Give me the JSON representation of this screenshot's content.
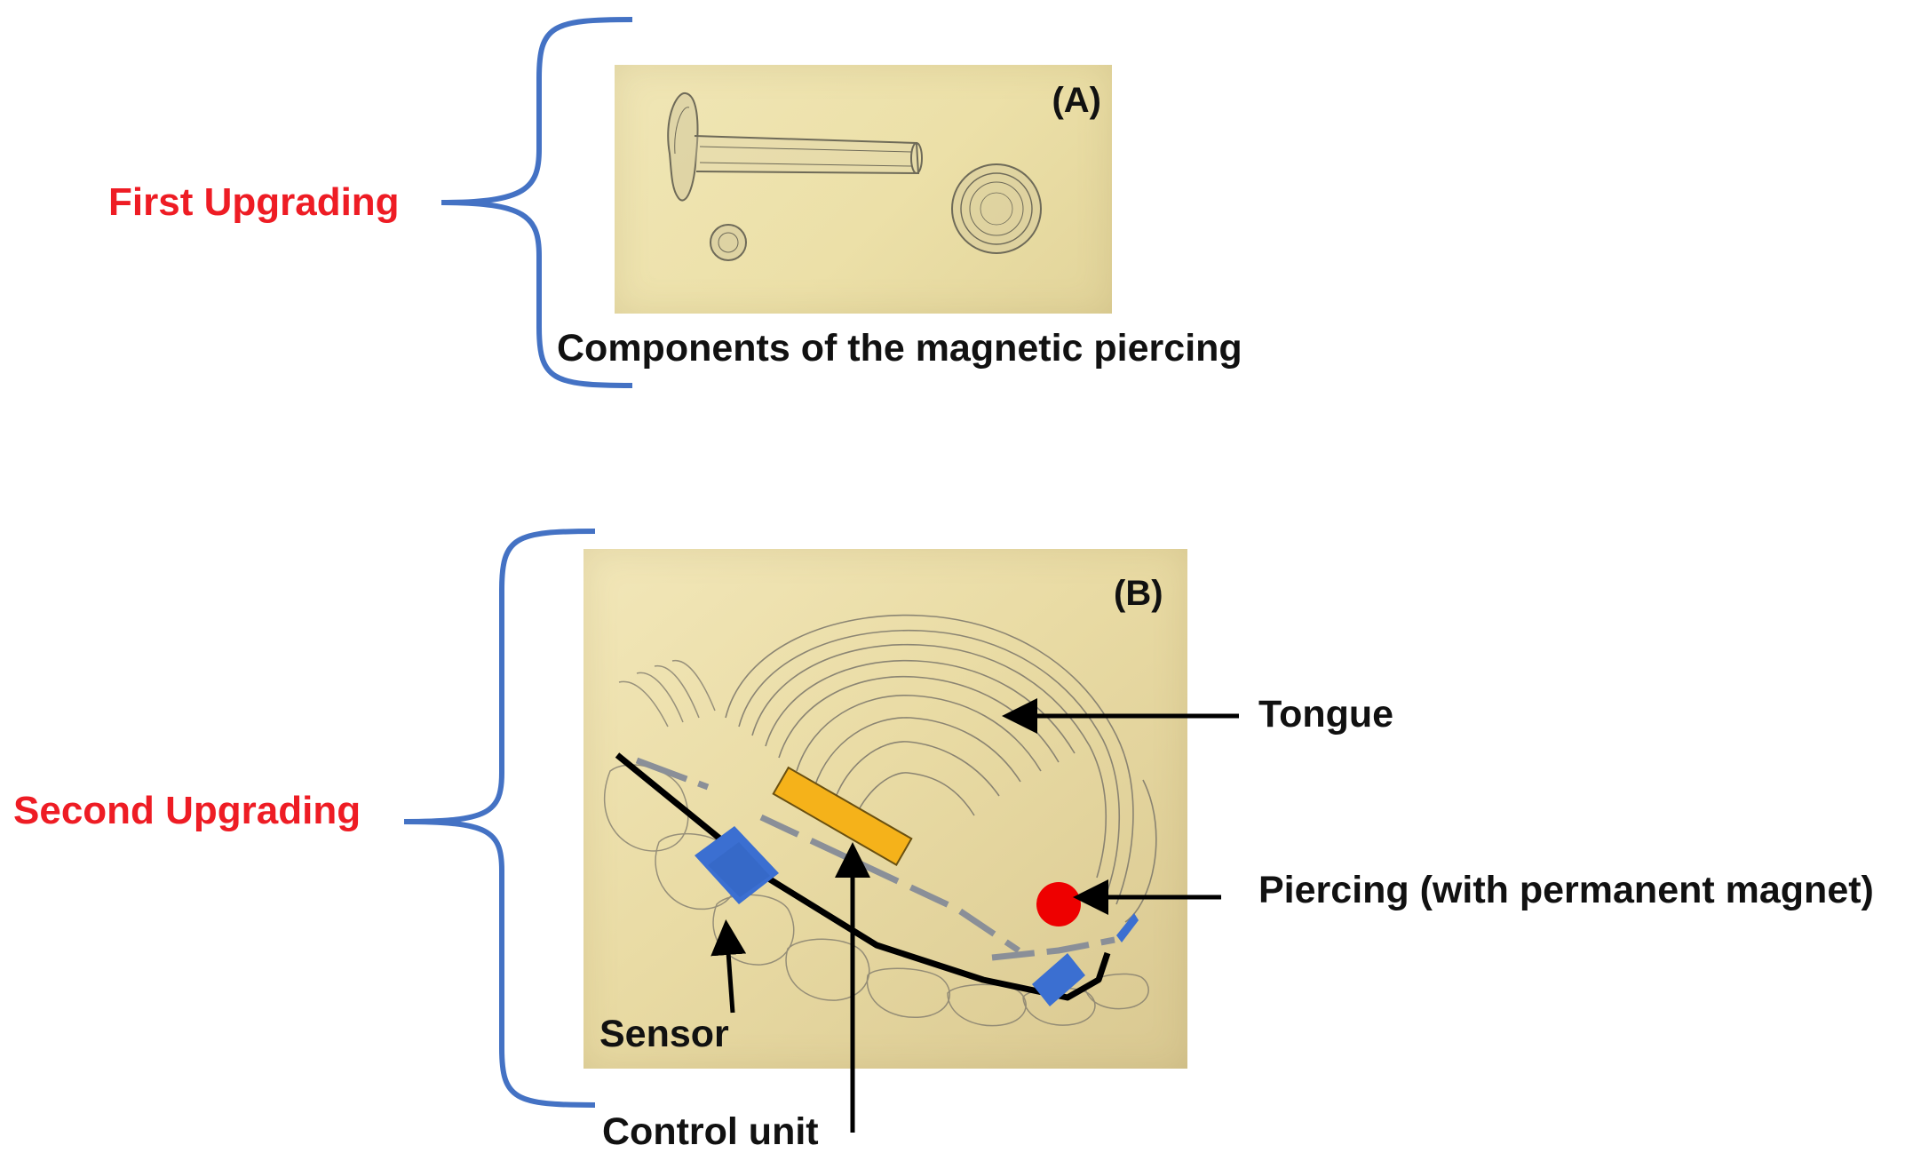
{
  "colors": {
    "section_label": "#ee1c24",
    "bracket": "#4472c4",
    "text": "#111111",
    "photo_bg": "#ede2ac",
    "sensor": "#3b6fd1",
    "control_unit": "#f5b21a",
    "piercing_magnet": "#ee0000",
    "wire": "#000000",
    "dashed_line": "#8a8f98"
  },
  "sections": {
    "first": {
      "label": "First Upgrading",
      "panel_tag": "(A)",
      "caption": "Components of the magnetic piercing"
    },
    "second": {
      "label": "Second Upgrading",
      "panel_tag": "(B)",
      "callouts": {
        "tongue": "Tongue",
        "piercing": "Piercing (with permanent magnet)",
        "sensor": "Sensor",
        "control_unit": "Control unit"
      }
    }
  },
  "icons": {
    "bracket": "curly-bracket",
    "arrow": "arrow-pointer"
  }
}
